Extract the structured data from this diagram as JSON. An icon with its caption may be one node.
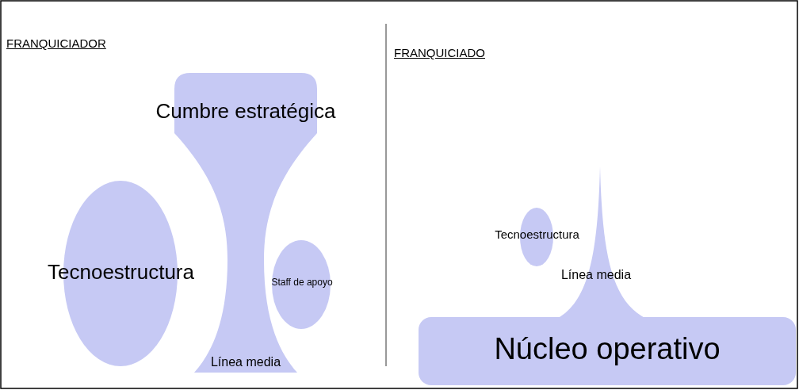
{
  "diagram": {
    "nodes": [
      {
        "text": [
          "FRANQUICIADOR"
        ]
      },
      {
        "text": [
          "Cumbre estratégica",
          "Línea media"
        ],
        "in": 0
      },
      {
        "text": [
          "Tecnoestructura"
        ],
        "in": 0
      },
      {
        "text": [
          "Staff de apoyo"
        ],
        "in": 0
      },
      {
        "text": [
          "FRANQUICIADO"
        ]
      },
      {
        "text": [
          "Tecnoestructura"
        ],
        "in": 4
      },
      {
        "text": [
          "Línea media"
        ],
        "in": 4
      },
      {
        "text": [
          "Núcleo operativo"
        ],
        "in": 4
      }
    ],
    "edges": []
  }
}
